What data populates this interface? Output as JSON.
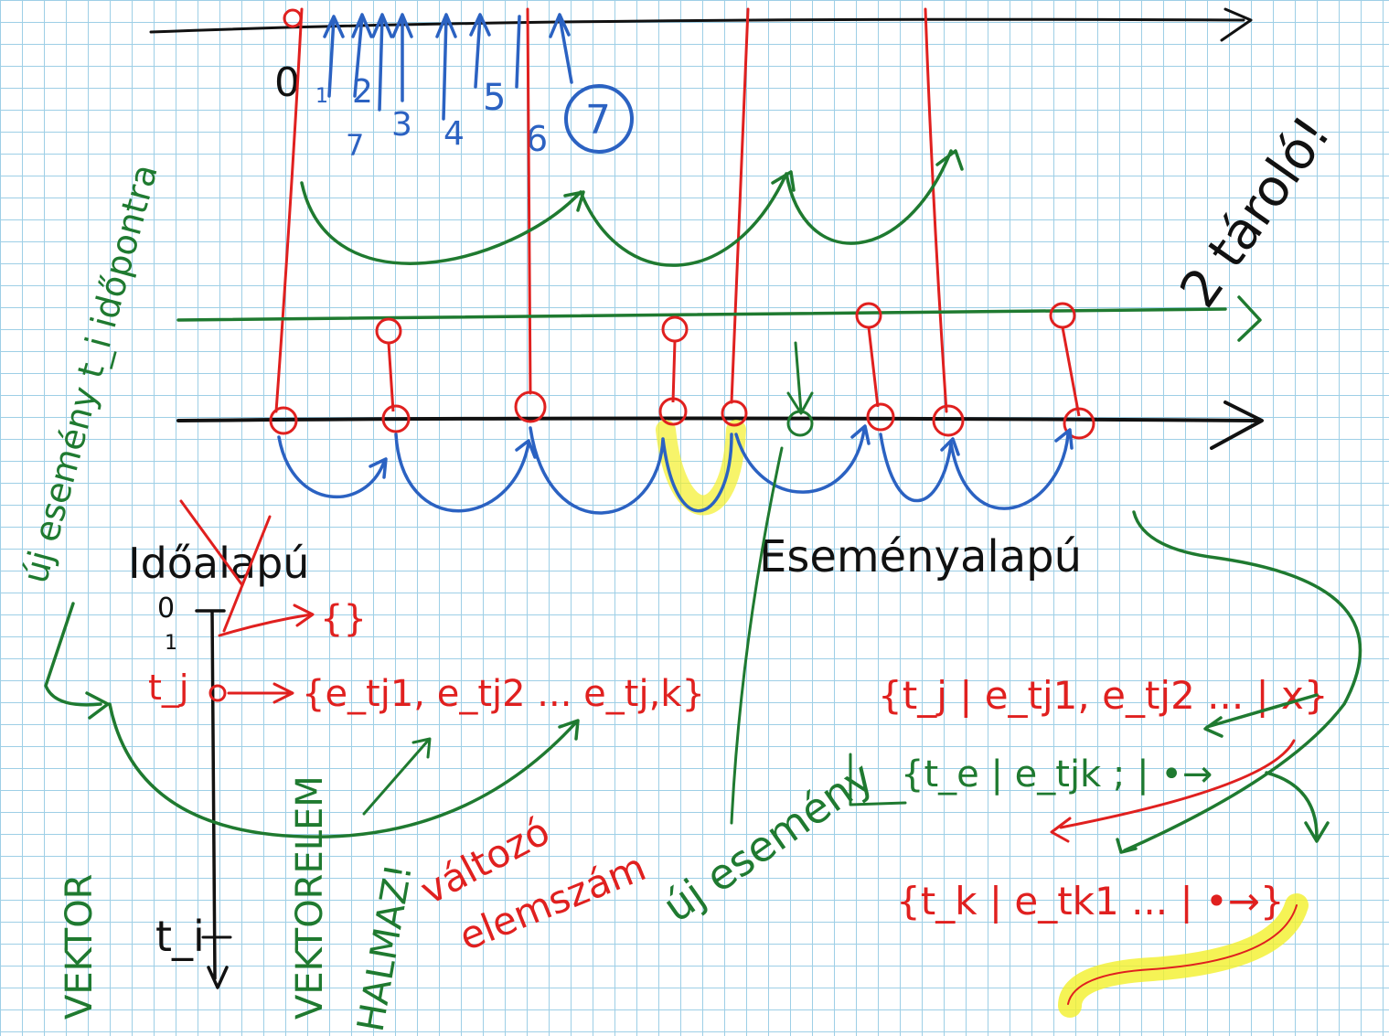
{
  "colors": {
    "black": "#111111",
    "red": "#e0201f",
    "blue": "#2b62c2",
    "green": "#1f7a30",
    "grid": "#9ecfe6",
    "highlight": "#f3f02b"
  },
  "top": {
    "zero": "0",
    "ticks": [
      "1",
      "2",
      "3",
      "4",
      "5",
      "6"
    ],
    "circled": "7",
    "tick7": "7"
  },
  "right_note": "2 tároló!",
  "left_vertical_note": "új esemény t_i időpontra",
  "labels": {
    "idoalapu": "Időalapú",
    "esemenyalapu": "Eseményalapú"
  },
  "left_list": {
    "zero": "0",
    "one": "1",
    "empty_set": "{}",
    "tj": "t_j",
    "set_expr": "{e_tj1, e_tj2 ... e_tj,k}",
    "ti": "t_i"
  },
  "vertical_words": {
    "vektor": "VEKTOR",
    "vektorelem": "VEKTORELEM",
    "halmaz": "HALMAZ!"
  },
  "red_note": [
    "változó",
    "elemszám"
  ],
  "green_note": "új esemény",
  "right_sets": {
    "set1": "{t_j | e_tj1, e_tj2 ... | x}",
    "set2": "{t_k | e_tk1 ... | •→}",
    "green_set": "{t_e | e_tjk ; | •→"
  }
}
